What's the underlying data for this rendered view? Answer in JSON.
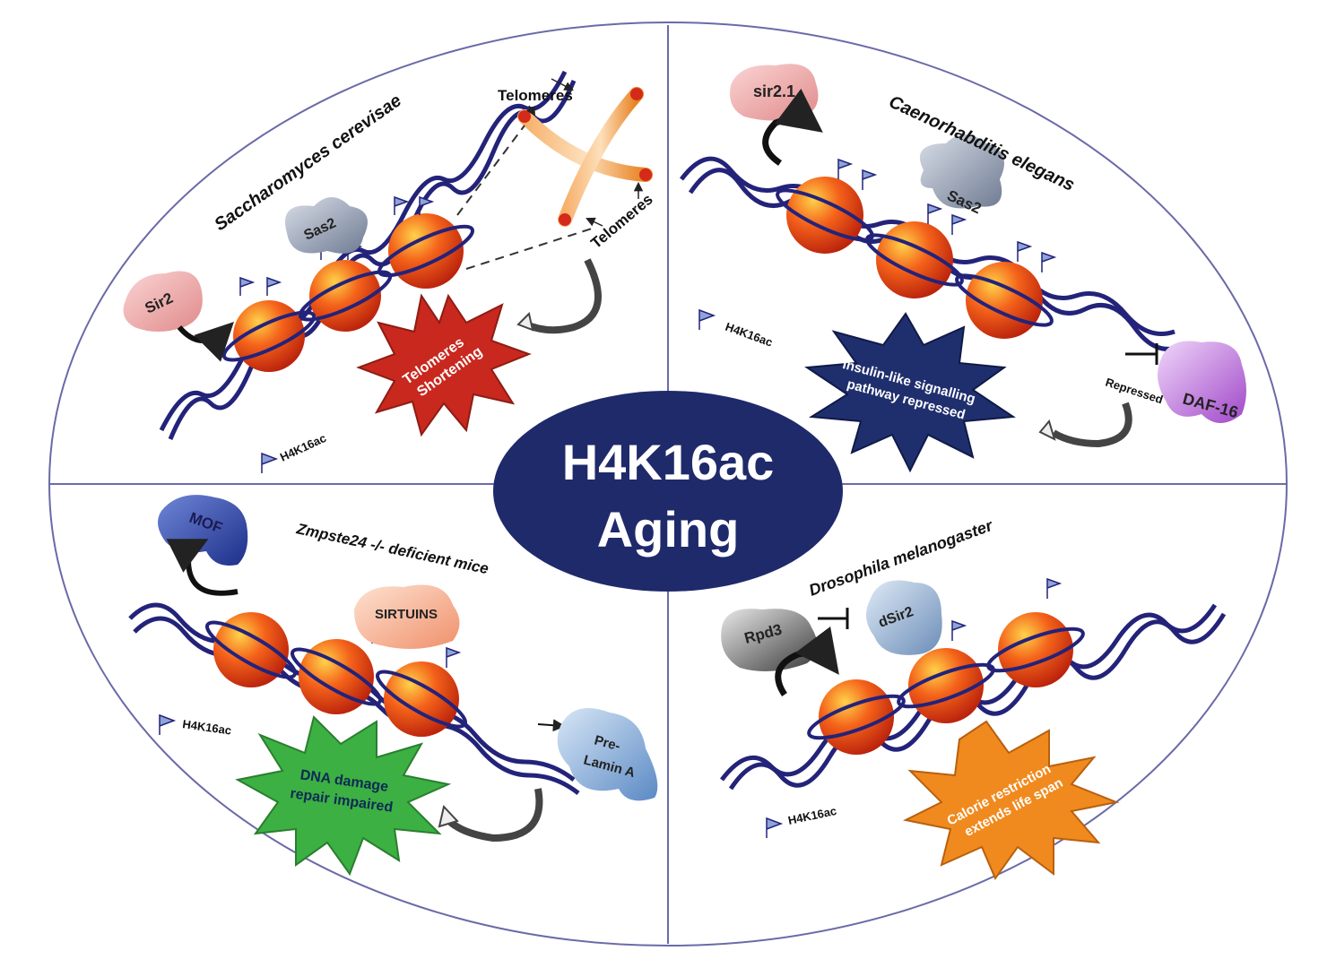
{
  "center": {
    "line1": "H4K16ac",
    "line2": "Aging"
  },
  "quadrants": {
    "top_left": {
      "organism": "Saccharomyces cerevisae",
      "proteins": {
        "sir2": "Sir2",
        "sas2": "Sas2"
      },
      "telomere_labels": [
        "Telomeres",
        "Telomeres"
      ],
      "burst": {
        "line1": "Telomeres",
        "line2": "Shortening",
        "color": "#c8281e"
      },
      "legend": "H4K16ac"
    },
    "top_right": {
      "organism": "Caenorhabditis elegans",
      "proteins": {
        "sir21": "sir2.1",
        "sas2": "Sas2",
        "daf16": "DAF-16"
      },
      "repressed": "Repressed",
      "burst": {
        "line1": "Insulin-like signalling",
        "line2": "pathway repressed",
        "color": "#1f2f6e"
      },
      "legend": "H4K16ac"
    },
    "bottom_left": {
      "organism": "Zmpste24 -/- deficient mice",
      "proteins": {
        "mof": "MOF",
        "sirtuins": "SIRTUINS",
        "prelamin_1": "Pre-",
        "prelamin_2": "Lamin A"
      },
      "burst": {
        "line1": "DNA damage",
        "line2": "repair impaired",
        "color": "#3cb043"
      },
      "legend": "H4K16ac"
    },
    "bottom_right": {
      "organism": "Drosophila melanogaster",
      "proteins": {
        "rpd3": "Rpd3",
        "dsir2": "dSir2"
      },
      "burst": {
        "line1": "Calorie restriction",
        "line2": "extends life span",
        "color": "#f08a1e"
      },
      "legend": "H4K16ac"
    }
  },
  "colors": {
    "dna": "#23237a",
    "nucleosome": "#f05a14",
    "ellipse_border": "#6a6aa8",
    "center_fill": "#1f2a6b"
  }
}
